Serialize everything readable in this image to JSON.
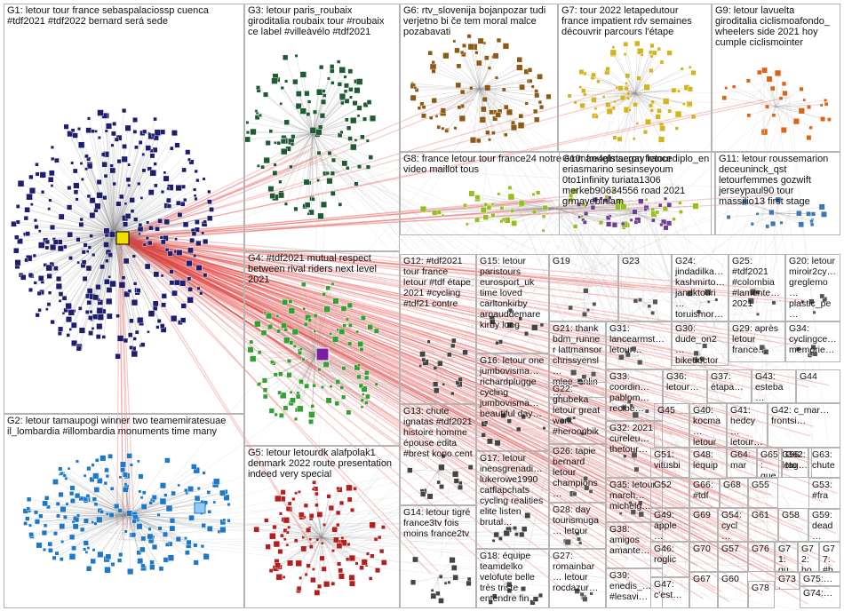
{
  "groups": [
    {
      "id": "G1",
      "text": "G1: letour tour france sebaspalaciossp cuenca #tdf2021 #tdf2022 bernard será sede",
      "color": "#1e1e6e"
    },
    {
      "id": "G2",
      "text": "G2: letour tamaupogi winner two teamemiratesuae il_lombardia #illombardia monuments time many",
      "color": "#1e78c8"
    },
    {
      "id": "G3",
      "text": "G3: letour paris_roubaix giroditalia roubaix tour #roubaix ce label #villeàvélo #tdf2021",
      "color": "#1e5a32"
    },
    {
      "id": "G4",
      "text": "G4: #tdf2021 mutual respect between rival riders next level 2021",
      "color": "#32a032"
    },
    {
      "id": "G5",
      "text": "G5: letour letourdk alafpolak1 denmark 2022 route presentation indeed very special",
      "color": "#b41e1e"
    },
    {
      "id": "G6",
      "text": "G6: rtv_slovenija bojanpozar tudi verjetno bi če tem moral malce pozabavati",
      "color": "#8c5a14"
    },
    {
      "id": "G7",
      "text": "G7: tour 2022 letapedutour france impatient rdv semaines découvrir parcours l'étape",
      "color": "#d2b41e"
    },
    {
      "id": "G8",
      "text": "G8: france letour tour france24 notre emmanuelmacron francediplo_en video maillot tous",
      "color": "#96be1e"
    },
    {
      "id": "G9",
      "text": "G9: letour lavuelta giroditalia ciclismoafondo_ wheelers side 2021 hoy cumple ciclismointer",
      "color": "#dc6414"
    },
    {
      "id": "G10",
      "text": "G10: fre4glstsegay letour eriasmarino sesinseyoum 0to1infinity turiata1306 merkeb90634556 road 2021 grmayebiniam",
      "color": "#6e3c96"
    },
    {
      "id": "G11",
      "text": "G11: letour roussemarion deceuninck_qst letourfemmes gozwift jerseypaul90 tour massilio13 first stage",
      "color": "#3c78b4"
    },
    {
      "id": "G12",
      "text": "G12: #tdf2021 tour france letour #tdf étape 2021 #cycling #tdf21 contre",
      "color": "#5a5a5a"
    },
    {
      "id": "G13",
      "text": "G13: chute ignatas #tdf2021 histoire homme épouse edita #brest kono cent",
      "color": "#5a5a5a"
    },
    {
      "id": "G14",
      "text": "G14: letour tigré france3tv fois moins france2tv",
      "color": "#5a5a5a"
    },
    {
      "id": "G15",
      "text": "G15: letour paristours eurosport_uk time loved carltonkirby arnauddemare kirby long",
      "color": "#5a5a5a"
    },
    {
      "id": "G16",
      "text": "G16: letour one jumbovisma… richardplugge cycling jumbovisma… beautiful day…",
      "color": "#5a5a5a"
    },
    {
      "id": "G17",
      "text": "G17: letour ineosgrenadi… lukerowe1990 catflapchats cycling realities elite listen brutal…",
      "color": "#5a5a5a"
    },
    {
      "id": "G18",
      "text": "G18: équipe teamdelko velofute belle très triste entendre fin…",
      "color": "#5a5a5a"
    },
    {
      "id": "G19",
      "text": "G19",
      "color": "#5a5a5a"
    },
    {
      "id": "G20",
      "text": "G20: letour miroir2cy… greglemo… plastic_pe… joepabike…",
      "color": "#5a5a5a"
    },
    {
      "id": "G21",
      "text": "G21: thank bdm_runner lattmansor chrissyensl… mlee_onlin…",
      "color": "#5a5a5a"
    },
    {
      "id": "G22",
      "text": "G22: ghubeka letour great work #heroonbik…",
      "color": "#5a5a5a"
    },
    {
      "id": "G23",
      "text": "G23",
      "color": "#5a5a5a"
    },
    {
      "id": "G24",
      "text": "G24: jindadilka… kashmirto… jandktouri… toruismor…",
      "color": "#5a5a5a"
    },
    {
      "id": "G25",
      "text": "G25: #tdf2021 #colombia #lamente… 2021",
      "color": "#5a5a5a"
    },
    {
      "id": "G26",
      "text": "G26: tapie bernard letour champions…",
      "color": "#5a5a5a"
    },
    {
      "id": "G27",
      "text": "G27: romainbar… letour rocdazur…",
      "color": "#5a5a5a"
    },
    {
      "id": "G28",
      "text": "G28: day tourismuga… letour",
      "color": "#5a5a5a"
    },
    {
      "id": "G29",
      "text": "G29: après letour france…",
      "color": "#5a5a5a"
    },
    {
      "id": "G30",
      "text": "G30: dude_on2… bikedoctor…",
      "color": "#5a5a5a"
    },
    {
      "id": "G31",
      "text": "G31: lancearmst… letour…",
      "color": "#5a5a5a"
    },
    {
      "id": "G32",
      "text": "G32: 2021 cureleu… thetour…",
      "color": "#5a5a5a"
    },
    {
      "id": "G33",
      "text": "G33: coordin… pablom… recibe…",
      "color": "#5a5a5a"
    },
    {
      "id": "G34",
      "text": "G34: cyclingce… memorie…",
      "color": "#5a5a5a"
    },
    {
      "id": "G35",
      "text": "G35: letour march… michelg…",
      "color": "#5a5a5a"
    },
    {
      "id": "G36",
      "text": "G36: letour…",
      "color": "#5a5a5a"
    },
    {
      "id": "G37",
      "text": "G37: étapa…",
      "color": "#5a5a5a"
    },
    {
      "id": "G38",
      "text": "G38: amigos amante…",
      "color": "#5a5a5a"
    },
    {
      "id": "G39",
      "text": "G39: enedis_… #lesavi…",
      "color": "#5a5a5a"
    },
    {
      "id": "G40",
      "text": "G40: kocma… letour…",
      "color": "#5a5a5a"
    },
    {
      "id": "G41",
      "text": "G41: hedcy… letour…",
      "color": "#5a5a5a"
    },
    {
      "id": "G42",
      "text": "G42: c_mar… frontsi…",
      "color": "#5a5a5a"
    },
    {
      "id": "G43",
      "text": "G43: esteba…",
      "color": "#5a5a5a"
    },
    {
      "id": "G44",
      "text": "G44",
      "color": "#5a5a5a"
    },
    {
      "id": "G45",
      "text": "G45",
      "color": "#5a5a5a"
    },
    {
      "id": "G46",
      "text": "G46: roglic",
      "color": "#5a5a5a"
    },
    {
      "id": "G47",
      "text": "G47: c'est…",
      "color": "#5a5a5a"
    },
    {
      "id": "G48",
      "text": "G48: lequip…",
      "color": "#5a5a5a"
    },
    {
      "id": "G49",
      "text": "G49: apple…",
      "color": "#5a5a5a"
    },
    {
      "id": "G50",
      "text": "G50: atp…",
      "color": "#5a5a5a"
    },
    {
      "id": "G51",
      "text": "G51: vitusbi…",
      "color": "#5a5a5a"
    },
    {
      "id": "G52",
      "text": "G52",
      "color": "#5a5a5a"
    },
    {
      "id": "G53",
      "text": "G53: #fra…",
      "color": "#5a5a5a"
    },
    {
      "id": "G54",
      "text": "G54: cycl…",
      "color": "#5a5a5a"
    },
    {
      "id": "G55",
      "text": "G55",
      "color": "#5a5a5a"
    },
    {
      "id": "G56",
      "text": "G56: leto…",
      "color": "#5a5a5a"
    },
    {
      "id": "G57",
      "text": "G57",
      "color": "#5a5a5a"
    },
    {
      "id": "G58",
      "text": "G58",
      "color": "#5a5a5a"
    },
    {
      "id": "G59",
      "text": "G59: dead…",
      "color": "#5a5a5a"
    },
    {
      "id": "G60",
      "text": "G60",
      "color": "#5a5a5a"
    },
    {
      "id": "G61",
      "text": "G61",
      "color": "#5a5a5a"
    },
    {
      "id": "G62",
      "text": "G62: tag…",
      "color": "#5a5a5a"
    },
    {
      "id": "G63",
      "text": "G63: chute",
      "color": "#5a5a5a"
    },
    {
      "id": "G64",
      "text": "G64: mar…",
      "color": "#5a5a5a"
    },
    {
      "id": "G65",
      "text": "G65: que…",
      "color": "#5a5a5a"
    },
    {
      "id": "G66",
      "text": "G66: #tdf…",
      "color": "#5a5a5a"
    },
    {
      "id": "G67",
      "text": "G67",
      "color": "#5a5a5a"
    },
    {
      "id": "G68",
      "text": "G68",
      "color": "#5a5a5a"
    },
    {
      "id": "G69",
      "text": "G69",
      "color": "#5a5a5a"
    },
    {
      "id": "G70",
      "text": "G70",
      "color": "#5a5a5a"
    },
    {
      "id": "G71",
      "text": "G71: qu…",
      "color": "#5a5a5a"
    },
    {
      "id": "G72",
      "text": "G72: ho…",
      "color": "#5a5a5a"
    },
    {
      "id": "G73",
      "text": "G73: gra…",
      "color": "#5a5a5a"
    },
    {
      "id": "G74",
      "text": "G74:…",
      "color": "#5a5a5a"
    },
    {
      "id": "G75",
      "text": "G75:…",
      "color": "#5a5a5a"
    },
    {
      "id": "G76",
      "text": "G76",
      "color": "#5a5a5a"
    },
    {
      "id": "G77",
      "text": "G77: #b…",
      "color": "#5a5a5a"
    },
    {
      "id": "G78",
      "text": "G78",
      "color": "#5a5a5a"
    }
  ]
}
